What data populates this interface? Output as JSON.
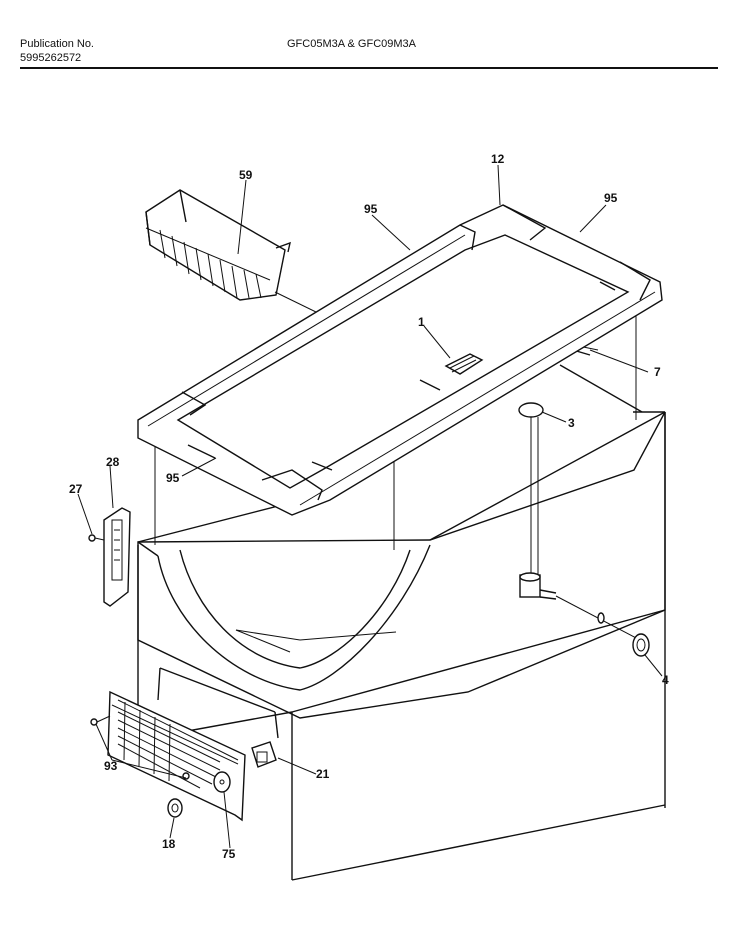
{
  "header": {
    "publication_label": "Publication No.",
    "publication_number": "5995262572",
    "models": "GFC05M3A & GFC09M3A"
  },
  "callouts": {
    "c59": "59",
    "c95a": "95",
    "c12": "12",
    "c95b": "95",
    "c1": "1",
    "c7": "7",
    "c3": "3",
    "c28": "28",
    "c27": "27",
    "c95c": "95",
    "c4": "4",
    "c21": "21",
    "c93": "93",
    "c18": "18",
    "c75": "75"
  }
}
